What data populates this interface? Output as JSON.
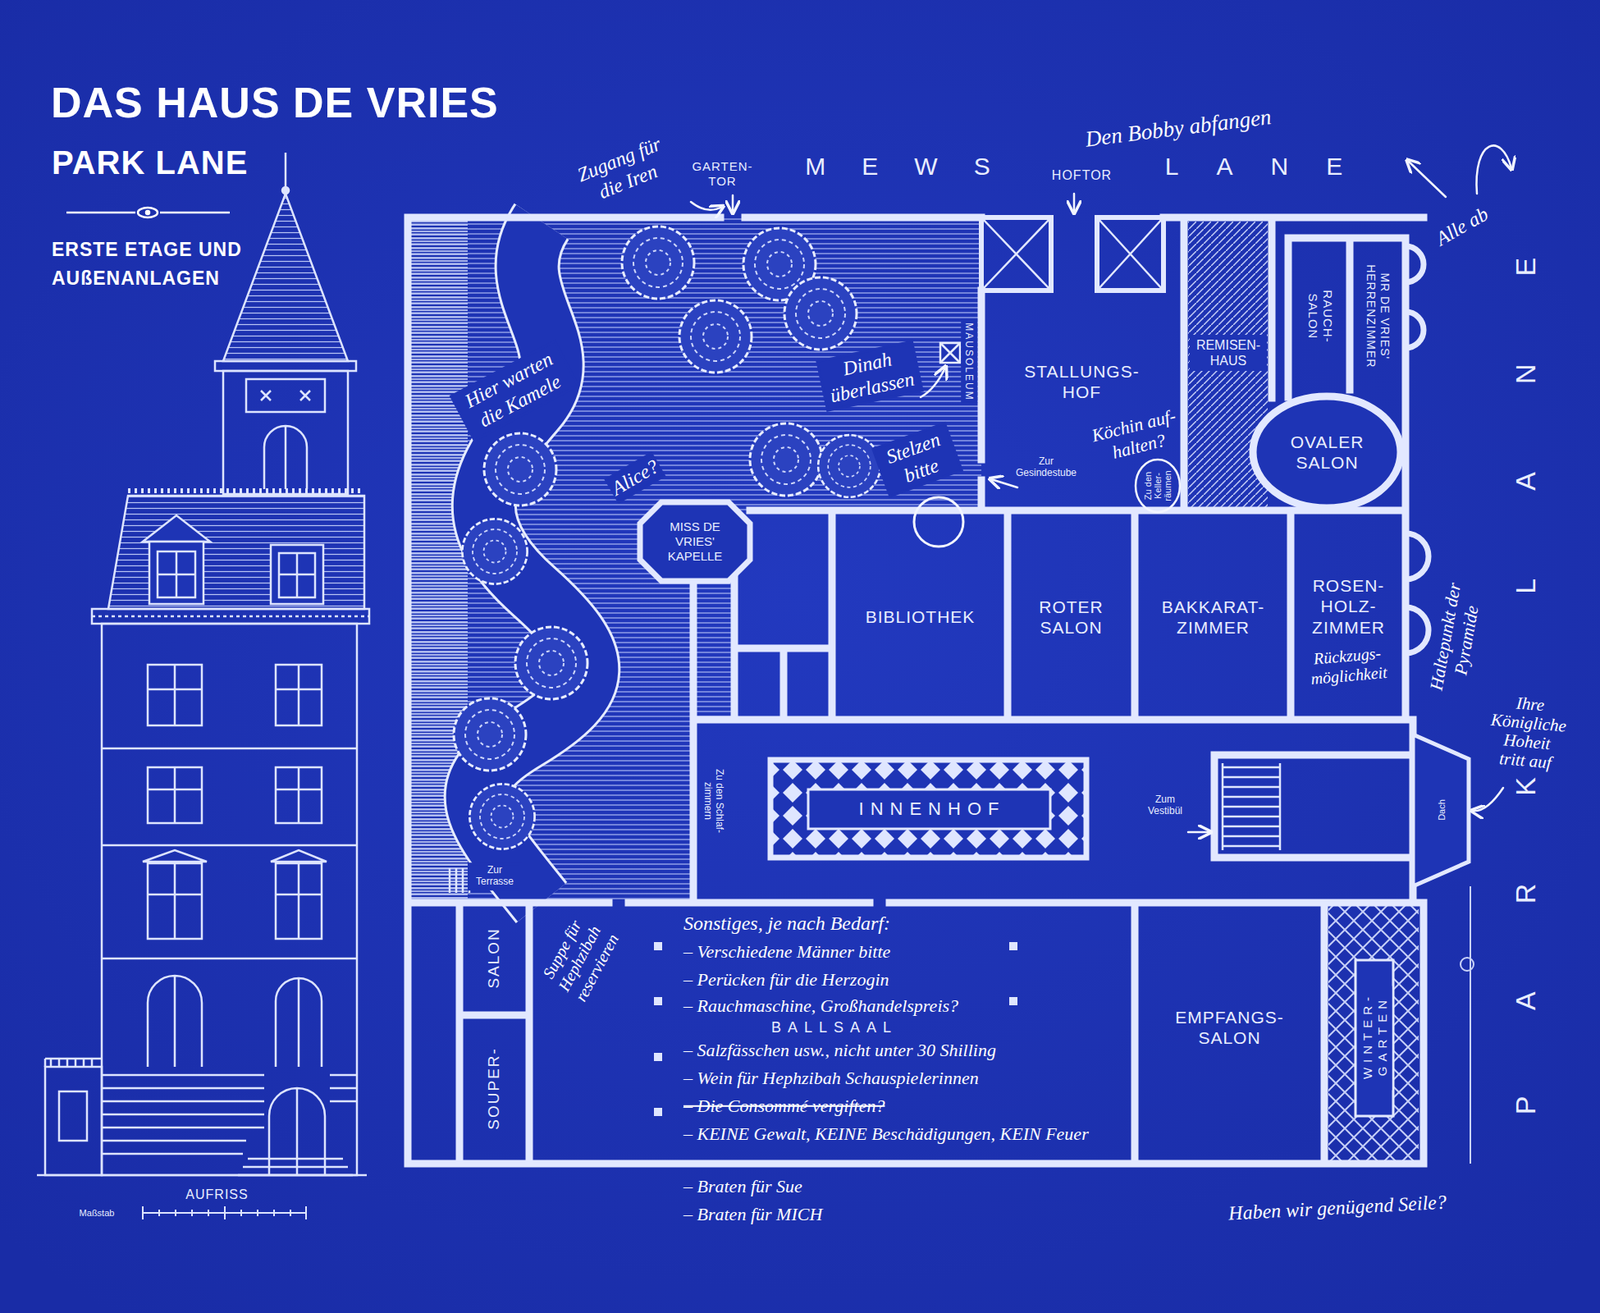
{
  "diagram": {
    "title": "DAS HAUS DE VRIES",
    "nodes": [
      {
        "text": [
          "STALLUNGS- HOF"
        ]
      },
      {
        "text": [
          "REMISEN- HAUS"
        ]
      },
      {
        "text": [
          "RAUCH- SALON"
        ]
      },
      {
        "text": [
          "MR DE VRIES' HERRENZIMMER"
        ]
      },
      {
        "text": [
          "OVALER SALON"
        ]
      },
      {
        "text": [
          "MISS DE VRIES' KAPELLE"
        ]
      },
      {
        "text": [
          "BIBLIOTHEK"
        ]
      },
      {
        "text": [
          "ROTER SALON"
        ]
      },
      {
        "text": [
          "BAKKARAT- ZIMMER"
        ]
      },
      {
        "text": [
          "ROSEN- HOLZ- ZIMMER",
          "Rückzugs- möglichkeit"
        ]
      },
      {
        "text": [
          "INNENHOF"
        ]
      },
      {
        "text": [
          "SALON"
        ]
      },
      {
        "text": [
          "SOUPER-"
        ]
      },
      {
        "text": [
          "BALLSAAL"
        ]
      },
      {
        "text": [
          "EMPFANGS- SALON"
        ]
      },
      {
        "text": [
          "WINTER- GARTEN"
        ]
      }
    ],
    "labels": [
      "PARK LANE",
      "ERSTE ETAGE UND AUßENANLAGEN",
      "Zugang für die Iren",
      "GARTEN- TOR",
      "MEWS",
      "HOFTOR",
      "LANE",
      "Den Bobby abfangen",
      "Alle ab",
      "PARK LANE",
      "Hier warten die Kamele",
      "MAUSOLEUM",
      "Dinah überlassen",
      "Stelzen bitte",
      "Köchin auf- halten?",
      "Zur Gesindestube",
      "Zu den Keller- räumen",
      "Alice?",
      "Haltepunkt der Pyramide",
      "Ihre Königliche Hoheit tritt auf",
      "Zu den Schlaf- zimmern",
      "Zum Vestibül",
      "Dach",
      "Zur Terrasse",
      "Suppe für Hephzibah reservieren",
      "Sonstiges, je nach Bedarf:",
      "– Verschiedene Männer bitte",
      "– Perücken für die Herzogin",
      "– Rauchmaschine, Großhandelspreis?",
      "– Salzfässchen usw., nicht unter 30 Shilling",
      "– Wein für Hephzibah Schauspielerinnen",
      "– Die Consommé vergiften?",
      "– KEINE Gewalt, KEINE Beschädigungen, KEIN Feuer",
      "– Braten für Sue",
      "– Braten für MICH",
      "Haben wir genügend Seile?",
      "AUFRISS",
      "Maßstab"
    ]
  }
}
